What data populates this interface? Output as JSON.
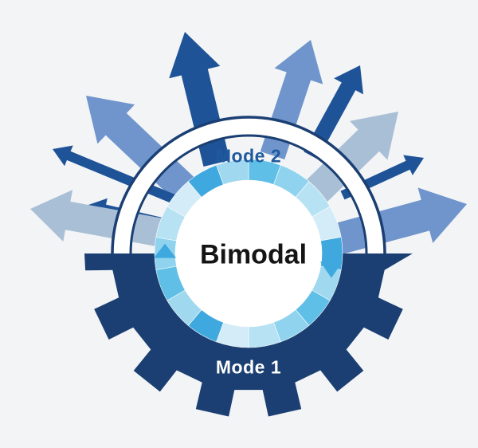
{
  "center_label": "Bimodal",
  "upper_label": "Mode 2",
  "lower_label": "Mode 1",
  "colors": {
    "background": "#f3f4f6",
    "gear": "#1b3f72",
    "upper_arc": "#1b3f72",
    "mode2_text": "#1f5a9e",
    "mode1_text": "#ffffff",
    "arrow_dark": "#1e5398",
    "arrow_medium": "#6f95cc",
    "arrow_light": "#a9bfd6",
    "ring_segments": [
      "#5fbfe6",
      "#8fd3ef",
      "#b7e2f3",
      "#d3ecf7",
      "#3fa9df",
      "#9fd8ef"
    ]
  },
  "arrows": [
    {
      "name": "arrow-top-left",
      "tone": "dark"
    },
    {
      "name": "arrow-top-center",
      "tone": "medium"
    },
    {
      "name": "arrow-top-right",
      "tone": "dark"
    },
    {
      "name": "arrow-upper-left",
      "tone": "medium"
    },
    {
      "name": "arrow-upper-right",
      "tone": "light"
    },
    {
      "name": "arrow-left-thin",
      "tone": "dark"
    },
    {
      "name": "arrow-left-mid",
      "tone": "dark"
    },
    {
      "name": "arrow-left-wide",
      "tone": "light"
    },
    {
      "name": "arrow-right-thin",
      "tone": "dark"
    },
    {
      "name": "arrow-right-wide",
      "tone": "medium"
    }
  ],
  "ring_segment_count": 18
}
